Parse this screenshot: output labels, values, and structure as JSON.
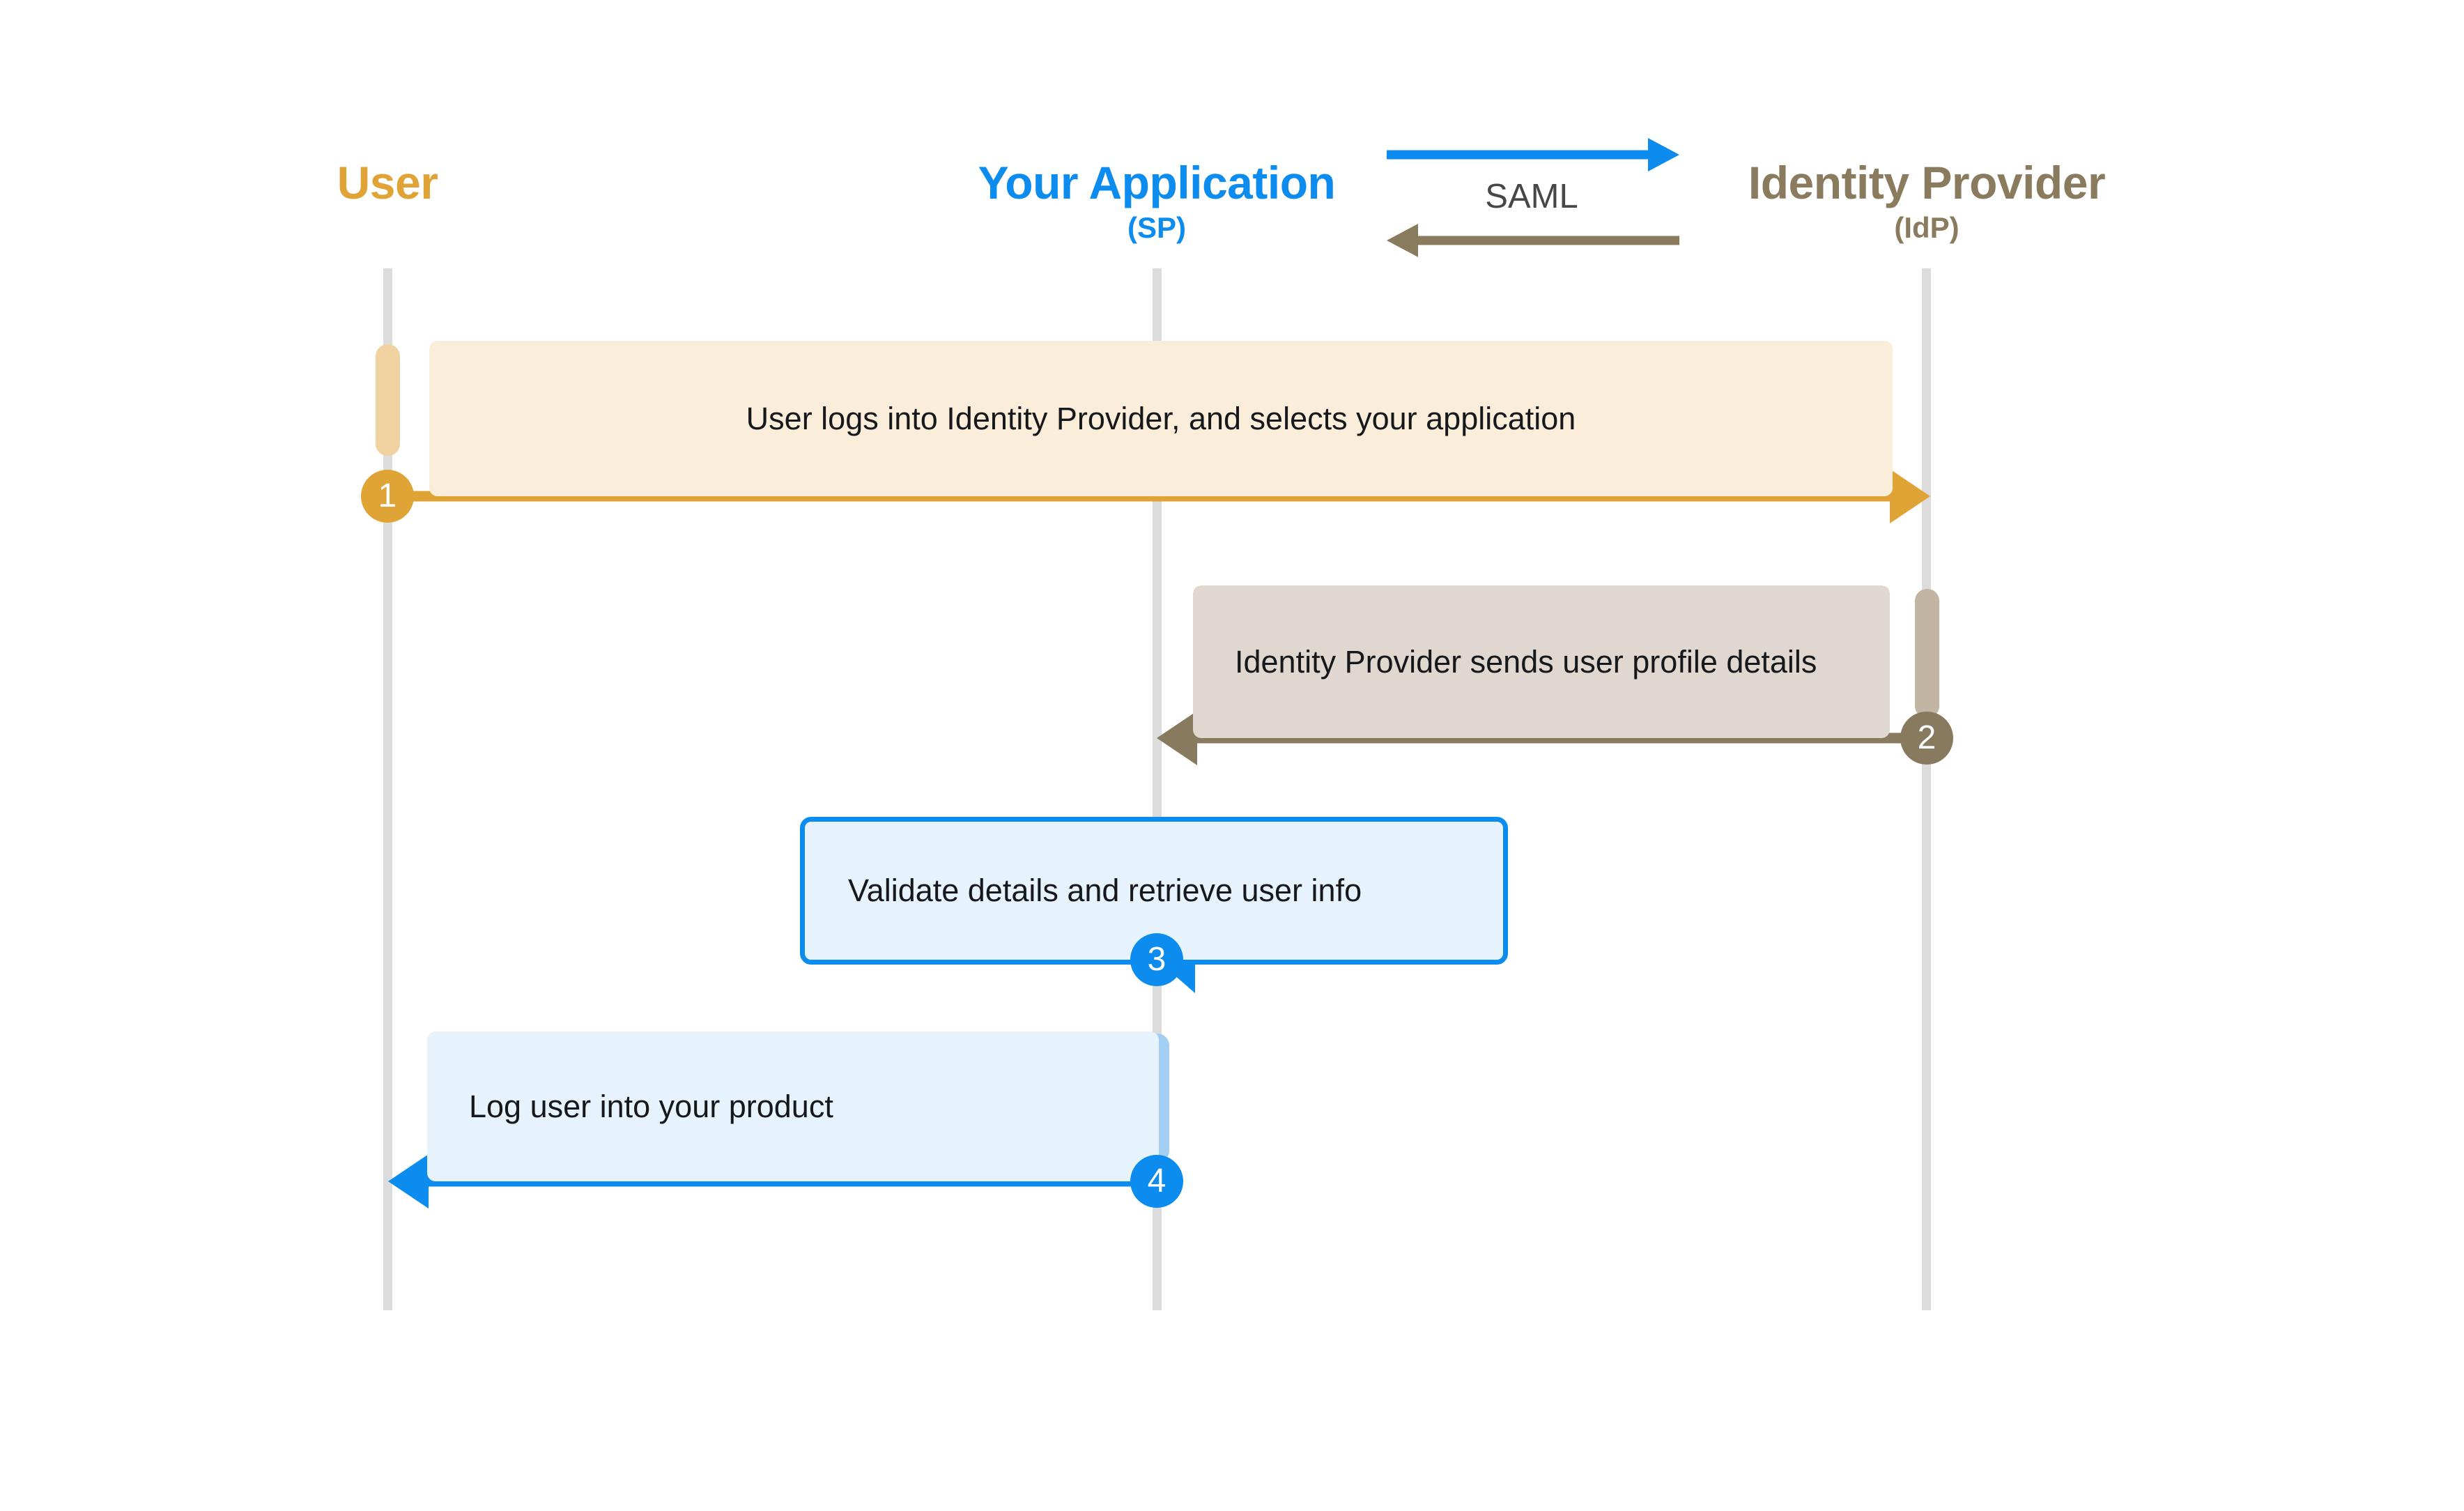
{
  "diagram": {
    "title_text": "SAML",
    "protocol_label": "SAML",
    "participants": [
      {
        "id": "user",
        "name": "User",
        "subtitle": "",
        "color": "#E0A336"
      },
      {
        "id": "sp",
        "name": "Your Application",
        "subtitle": "(SP)",
        "color": "#0C8CEE"
      },
      {
        "id": "idp",
        "name": "Identity Provider",
        "subtitle": "(IdP)",
        "color": "#8A7B5E"
      }
    ],
    "protocol_arrows": [
      {
        "direction": "right",
        "from": "sp",
        "to": "idp",
        "color": "#0C8CEE"
      },
      {
        "direction": "left",
        "from": "idp",
        "to": "sp",
        "color": "#8A7B5E"
      }
    ],
    "steps": [
      {
        "number": "1",
        "text": "User logs into Identity Provider, and selects your application",
        "from": "user",
        "to": "idp",
        "direction": "right",
        "note_fill": "#FAEEDA",
        "accent": "#E0A336",
        "badge_color": "#E0A336",
        "activation_color": "#F0D3A0"
      },
      {
        "number": "2",
        "text": "Identity Provider sends user profile details",
        "from": "idp",
        "to": "sp",
        "direction": "left",
        "note_fill": "#DFD7D0",
        "accent": "#877A5E",
        "badge_color": "#877A5E",
        "activation_color": "#C3B5A4"
      },
      {
        "number": "3",
        "text": "Validate details and retrieve user info",
        "from": "sp",
        "to": "sp",
        "direction": "self",
        "note_fill": "#E6F2FC",
        "accent": "#0C8CEE",
        "badge_color": "#0C8CEE",
        "activation_color": "#A3CFF5"
      },
      {
        "number": "4",
        "text": "Log user into your product",
        "from": "sp",
        "to": "user",
        "direction": "left",
        "note_fill": "#E6F2FC",
        "accent": "#0C8CEE",
        "badge_color": "#0C8CEE",
        "activation_color": "#A3CFF5"
      }
    ],
    "lifeline_color": "#DCDCDC"
  }
}
